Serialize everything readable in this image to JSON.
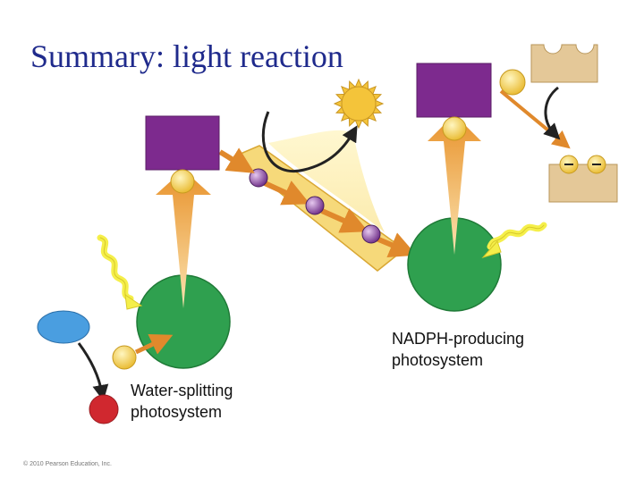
{
  "title": "Summary: light reaction",
  "labels": {
    "nadph_ps": [
      "NADPH-producing",
      "photosystem"
    ],
    "water_ps": [
      "Water-splitting",
      "photosystem"
    ]
  },
  "copyright": "© 2010 Pearson Education, Inc.",
  "colors": {
    "photosystem": "#2fa04f",
    "reaction_center": "#7d2a8e",
    "electron": "#f2c53a",
    "carrier": "#8e4fa0",
    "chain_band": "#f6d97a",
    "arrow": "#e0892c",
    "light": "#f5ef4a",
    "sun": "#f4c43a",
    "enzyme": "#e4c898",
    "oxygen_in": "#4a9ee0",
    "oxygen_out": "#d0282f"
  }
}
